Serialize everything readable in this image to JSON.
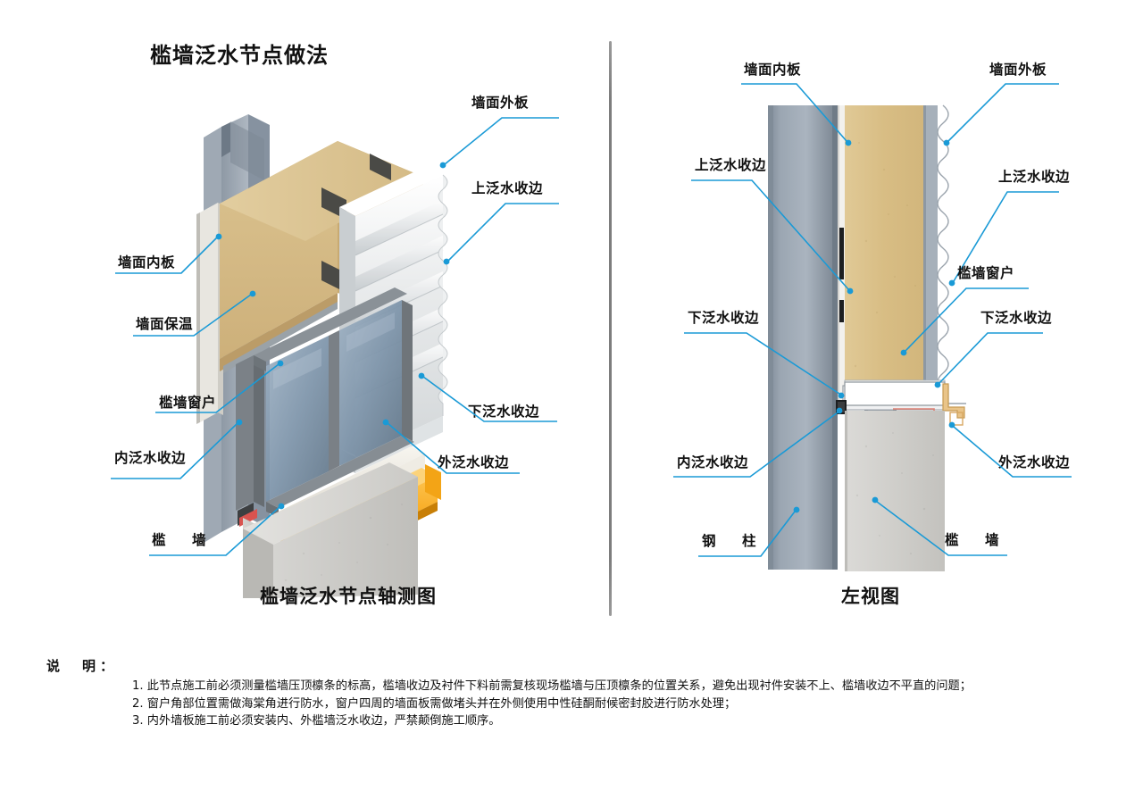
{
  "title": "槛墙泛水节点做法",
  "views": {
    "left": {
      "caption": "槛墙泛水节点轴测图"
    },
    "right": {
      "caption": "左视图"
    }
  },
  "colors": {
    "leader": "#1a9ad6",
    "steel_column": "#8d98a6",
    "insulation": "#d9bf8a",
    "exterior_panel": "#eceeef",
    "sill_wall_concrete": "#cdcdcb",
    "outer_flashing_orange": "#f6a41f",
    "glass": "#7e96ab",
    "frame_gray": "#6f7478",
    "sealant_red": "#d9534f",
    "divider": "#7d7d7d"
  },
  "left_view_labels": [
    {
      "id": "wall-outer-panel",
      "text": "墙面外板"
    },
    {
      "id": "upper-flashing-trim",
      "text": "上泛水收边"
    },
    {
      "id": "wall-inner-panel",
      "text": "墙面内板"
    },
    {
      "id": "wall-insulation",
      "text": "墙面保温"
    },
    {
      "id": "sill-wall-window",
      "text": "槛墙窗户"
    },
    {
      "id": "inner-flashing-trim",
      "text": "内泛水收边"
    },
    {
      "id": "lower-flashing-trim",
      "text": "下泛水收边"
    },
    {
      "id": "outer-flashing-trim",
      "text": "外泛水收边"
    },
    {
      "id": "sill-wall",
      "text": "槛　墙"
    }
  ],
  "right_view_labels": [
    {
      "id": "wall-inner-panel",
      "text": "墙面内板"
    },
    {
      "id": "wall-outer-panel",
      "text": "墙面外板"
    },
    {
      "id": "upper-flashing-trim-left",
      "text": "上泛水收边"
    },
    {
      "id": "upper-flashing-trim-right",
      "text": "上泛水收边"
    },
    {
      "id": "sill-wall-window",
      "text": "槛墙窗户"
    },
    {
      "id": "lower-flashing-trim-left",
      "text": "下泛水收边"
    },
    {
      "id": "lower-flashing-trim-right",
      "text": "下泛水收边"
    },
    {
      "id": "inner-flashing-trim",
      "text": "内泛水收边"
    },
    {
      "id": "outer-flashing-trim",
      "text": "外泛水收边"
    },
    {
      "id": "steel-column",
      "text": "钢　柱"
    },
    {
      "id": "sill-wall",
      "text": "槛　墙"
    }
  ],
  "notes": {
    "heading": "说　明：",
    "items": [
      "1. 此节点施工前必须测量槛墙压顶檩条的标高，槛墙收边及衬件下料前需复核现场槛墙与压顶檩条的位置关系，避免出现衬件安装不上、槛墙收边不平直的问题；",
      "2. 窗户角部位置需做海棠角进行防水，窗户四周的墙面板需做堵头并在外侧使用中性硅酮耐候密封胶进行防水处理；",
      "3. 内外墙板施工前必须安装内、外槛墙泛水收边，严禁颠倒施工顺序。"
    ]
  }
}
